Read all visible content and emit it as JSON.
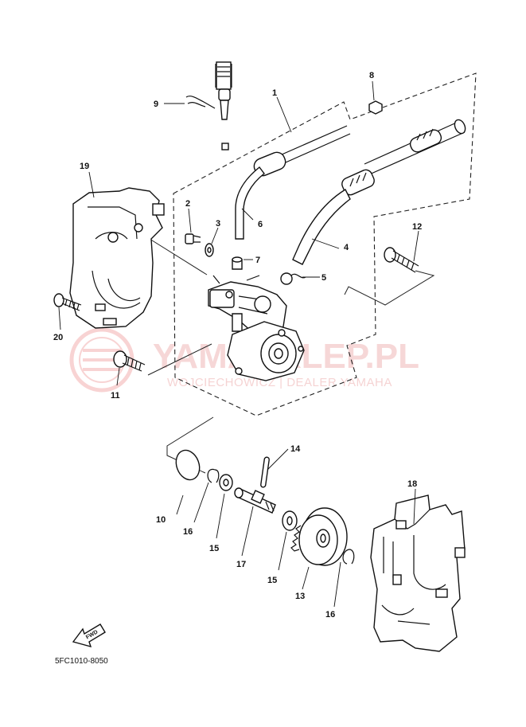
{
  "watermark": {
    "brand": "YAMASKLEP.PL",
    "dealer": "WOJCIECHOWICZ | DEALER YAMAHA"
  },
  "diagram_code": "5FC1010-8050",
  "fwd_label": "FWD",
  "callouts": {
    "p1": "1",
    "p2": "2",
    "p3": "3",
    "p4": "4",
    "p5": "5",
    "p6": "6",
    "p7": "7",
    "p8": "8",
    "p9": "9",
    "p10": "10",
    "p11": "11",
    "p12": "12",
    "p13": "13",
    "p14": "14",
    "p15a": "15",
    "p15b": "15",
    "p16a": "16",
    "p16b": "16",
    "p17": "17",
    "p18": "18",
    "p19": "19",
    "p20": "20"
  }
}
